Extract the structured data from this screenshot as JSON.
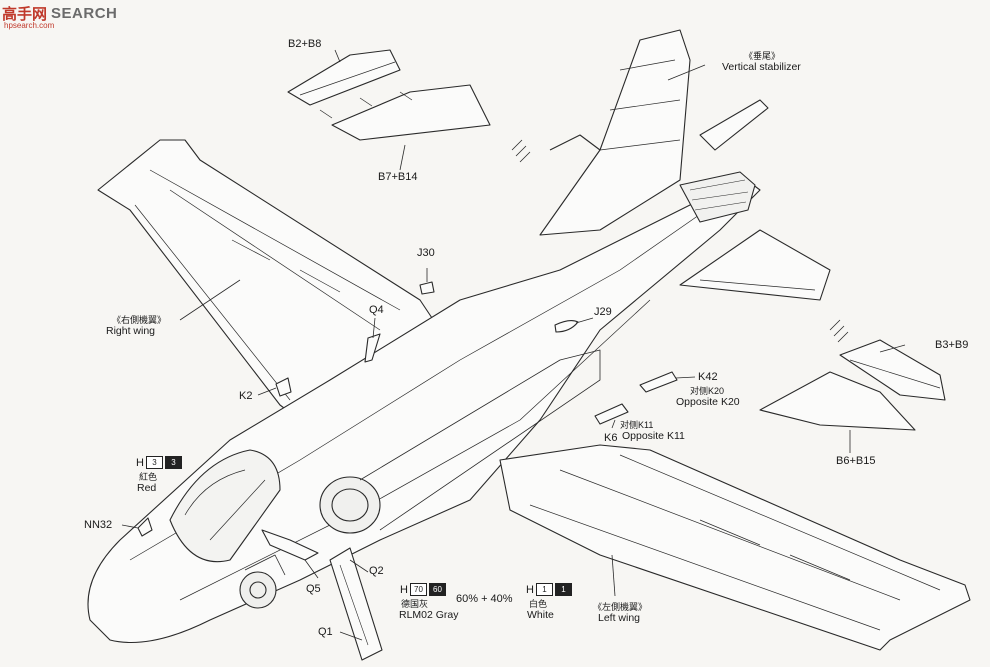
{
  "watermark": {
    "mark": "高手网",
    "text": "SEARCH",
    "url": "hpsearch.com"
  },
  "labels": {
    "b2_b8": "B2+B8",
    "b7_b14": "B7+B14",
    "vertical_stabilizer_cn": "《垂尾》",
    "vertical_stabilizer_en": "Vertical stabilizer",
    "j30": "J30",
    "right_wing_cn": "《右側機翼》",
    "right_wing_en": "Right wing",
    "q4": "Q4",
    "j29": "J29",
    "k2": "K2",
    "k42": "K42",
    "opp_k20_cn": "对侧K20",
    "opp_k20_en": "Opposite K20",
    "b3_b9": "B3+B9",
    "opp_k11_cn": "对侧K11",
    "opp_k11_en": "Opposite K11",
    "k6": "K6",
    "b6_b15": "B6+B15",
    "nn32": "NN32",
    "q5": "Q5",
    "q2": "Q2",
    "q1": "Q1",
    "mix": "60% + 40%",
    "left_wing_cn": "《左側機翼》",
    "left_wing_en": "Left wing"
  },
  "paints": {
    "red": {
      "prefix": "H",
      "codes": [
        "3",
        "3"
      ],
      "cn": "紅色",
      "en": "Red"
    },
    "gray": {
      "prefix": "H",
      "codes": [
        "70",
        "60"
      ],
      "cn": "德国灰",
      "en": "RLM02 Gray"
    },
    "white": {
      "prefix": "H",
      "codes": [
        "1",
        "1"
      ],
      "cn": "白色",
      "en": "White"
    }
  }
}
